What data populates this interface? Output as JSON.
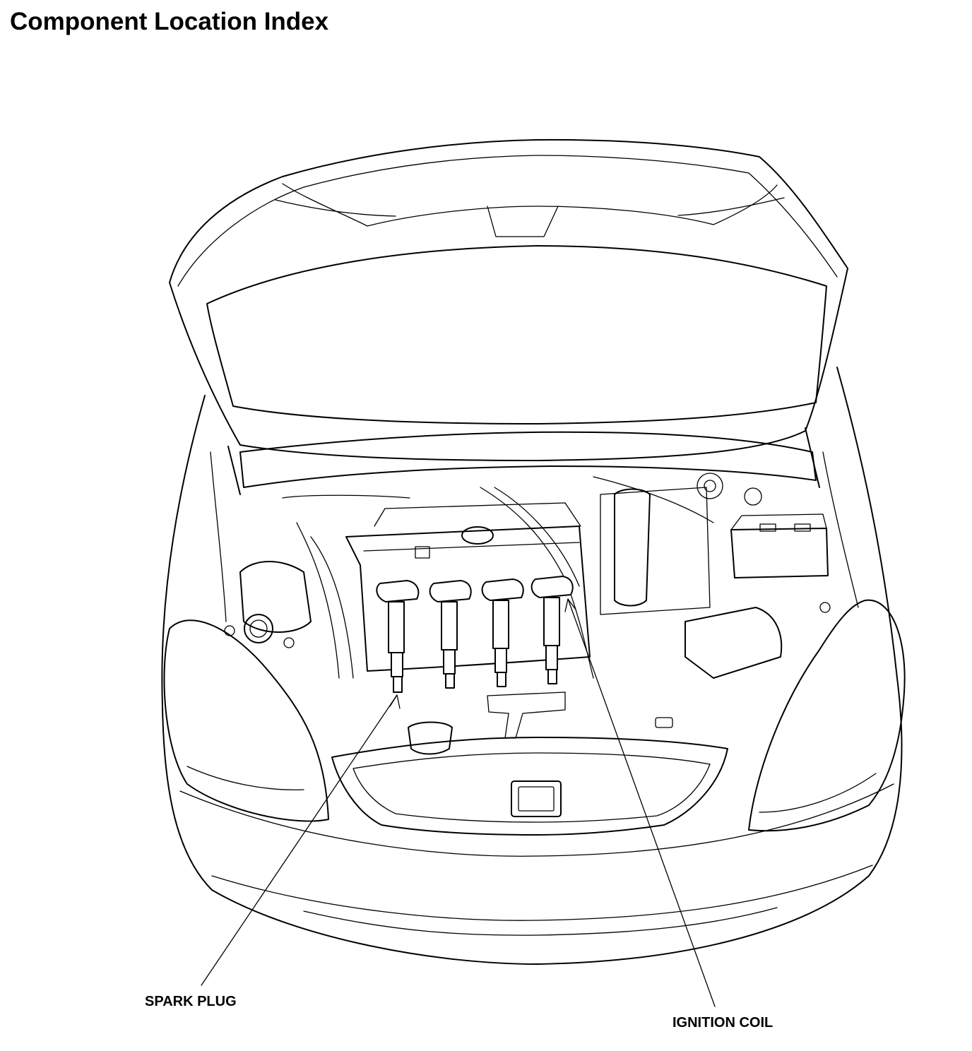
{
  "header": {
    "title": "Component  Location Index"
  },
  "callouts": {
    "spark_plug": "SPARK PLUG",
    "ignition_coil": "IGNITION COIL"
  },
  "icons": {
    "emblem": "honda-emblem-icon"
  }
}
